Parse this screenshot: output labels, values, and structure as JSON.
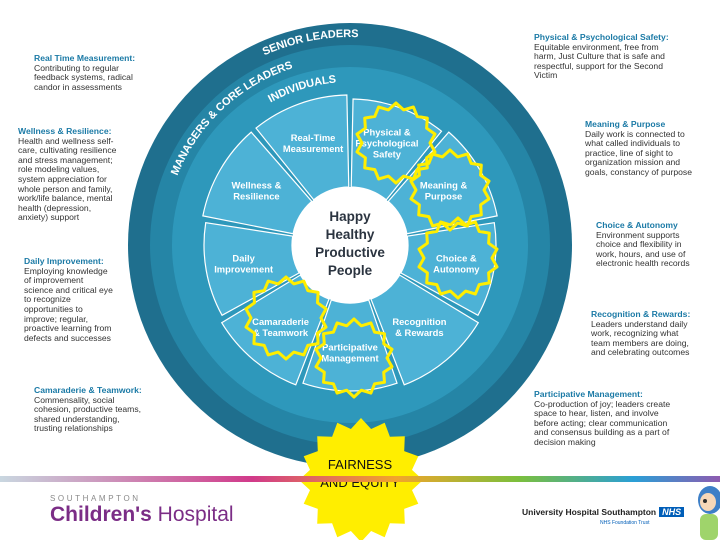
{
  "rings": {
    "outer": "SENIOR LEADERS",
    "middle": "MANAGERS & CORE LEADERS",
    "inner": "INDIVIDUALS"
  },
  "segments": [
    "Real-Time\nMeasurement",
    "Physical &\nPsychological\nSafety",
    "Meaning &\nPurpose",
    "Choice &\nAutonomy",
    "Recognition\n& Rewards",
    "Participative\nManagement",
    "Camaraderie\n& Teamwork",
    "Daily\nImprovement",
    "Wellness &\nResilience"
  ],
  "center": [
    "Happy",
    "Healthy",
    "Productive",
    "People"
  ],
  "fairness": "FAIRNESS\nAND EQUITY",
  "notes": {
    "real_time": {
      "heading": "Real Time Measurement:",
      "body": "Contributing to regular\nfeedback systems, radical\ncandor in assessments"
    },
    "wellness": {
      "heading": "Wellness & Resilience:",
      "body": "Health and wellness self-\ncare, cultivating resilience\nand stress management;\nrole modeling values,\nsystem appreciation for\nwhole person and family,\nwork/life balance, mental\nhealth (depression,\nanxiety) support"
    },
    "daily": {
      "heading": "Daily Improvement:",
      "body": "Employing knowledge\nof improvement\nscience and critical eye\nto recognize\nopportunities to\nimprove; regular,\nproactive learning from\ndefects and successes"
    },
    "camaraderie": {
      "heading": "Camaraderie & Teamwork:",
      "body": "Commensality, social\ncohesion, productive teams,\nshared understanding,\ntrusting relationships"
    },
    "physical": {
      "heading": "Physical & Psychological Safety:",
      "body": "Equitable environment, free from\nharm, Just Culture that is safe and\nrespectful, support for the Second\nVictim"
    },
    "meaning": {
      "heading": "Meaning & Purpose",
      "body": "Daily work is connected to\nwhat called individuals to\npractice, line of sight to\norganization mission and\ngoals, constancy of purpose"
    },
    "choice": {
      "heading": "Choice & Autonomy",
      "body": "Environment supports\nchoice and flexibility in\nwork, hours, and use of\nelectronic health records"
    },
    "recognition": {
      "heading": "Recognition & Rewards:",
      "body": "Leaders understand daily\nwork, recognizing what\nteam members are doing,\nand celebrating outcomes"
    },
    "participative": {
      "heading": "Participative Management:",
      "body": "Co-production of joy; leaders create\nspace to hear, listen, and involve\nbefore acting; clear communication\nand consensus building as a part of\ndecision making"
    }
  },
  "logos": {
    "southampton": "SOUTHAMPTON",
    "childrens_bold": "Children's",
    "childrens_light": " Hospital",
    "uhs": "University Hospital Southampton",
    "nhs": "NHS",
    "trust": "NHS Foundation Trust"
  },
  "colors": {
    "outer_ring": "#1f6f8e",
    "middle_ring": "#2585a6",
    "inner_ring": "#2e98bb",
    "segments": "#4db2d6",
    "highlight": "#ffee00",
    "heading": "#1b7aa6"
  }
}
